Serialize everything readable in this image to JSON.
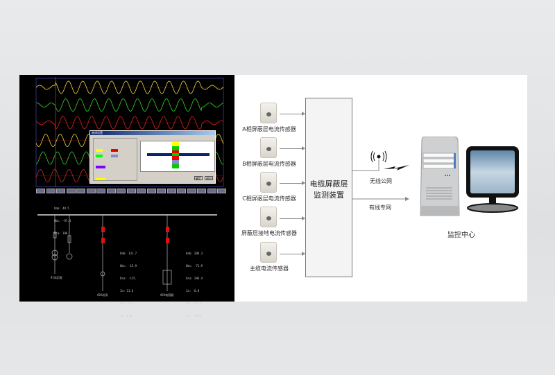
{
  "software": {
    "dialog_title": "曲线设置",
    "dialog_ok": "确定",
    "dialog_cancel": "退出",
    "bus_readout": [
      "Uab: 49.5",
      "Ubc: -97.4",
      "Uca: 106."
    ],
    "feeder_1": {
      "name": "#1站用变"
    },
    "feeder_2": {
      "name": "#2A站用",
      "readout": [
        "Uab: 131.7",
        "Ubc: -15.9",
        "Uca: -115.",
        "Ia: 11.6",
        "Ib: -7.4",
        "Ic: 6.8"
      ]
    },
    "feeder_3": {
      "name": "#2A电容器",
      "readout": [
        "Uab: 206.3",
        "Ubc: -71.9",
        "Uca: 206.4",
        "Ia: -6.8",
        "Ib: -11.4",
        "Ic: -11.9"
      ]
    },
    "wave_colors": [
      "#d8c23a",
      "#2fbf2a",
      "#c82020",
      "#d8c23a",
      "#2fbf2a",
      "#c82020"
    ]
  },
  "diagram": {
    "sensors": [
      {
        "label": "A相屏蔽层电流传感器"
      },
      {
        "label": "B相屏蔽层电流传感器"
      },
      {
        "label": "C相屏蔽层电流传感器"
      },
      {
        "label": "屏蔽层接地电流传感器"
      },
      {
        "label": "主缆电流传感器"
      }
    ],
    "device_line1": "电缆屏蔽层",
    "device_line2": "监测装置",
    "wireless_label": "无线公网",
    "wired_label": "有线专网",
    "center_label": "监控中心"
  }
}
